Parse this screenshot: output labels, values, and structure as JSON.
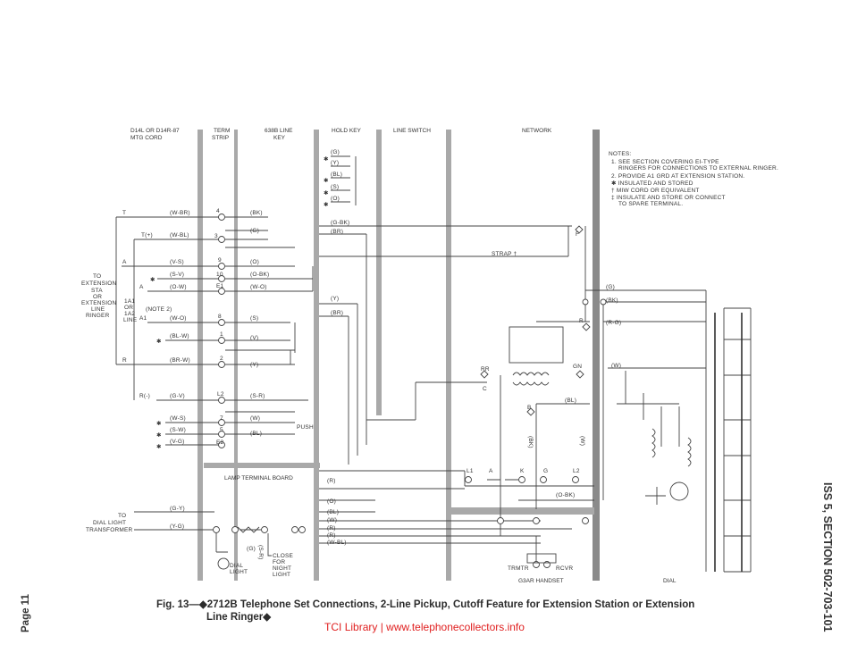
{
  "headers": {
    "mtg_cord": [
      "D14L OR D14R-87",
      "MTG CORD"
    ],
    "term_strip": [
      "TERM",
      "STRIP"
    ],
    "line_key": [
      "638B LINE",
      "KEY"
    ],
    "hold_key": "HOLD KEY",
    "line_switch": "LINE SWITCH",
    "network": "NETWORK",
    "lamp_terminal_board": "LAMP TERMINAL BOARD",
    "handset": "G3AR HANDSET",
    "dial": "DIAL"
  },
  "notes": {
    "title": "NOTES:",
    "lines": [
      "1. SEE SECTION COVERING EI-TYPE",
      "RINGERS FOR CONNECTIONS TO EXTERNAL RINGER.",
      "2. PROVIDE A1 GRD AT EXTENSION STATION.",
      "✱ INSULATED AND STORED",
      "† MIW CORD OR EQUIVALENT",
      "‡ INSULATE AND STORE OR CONNECT",
      "TO SPARE TERMINAL."
    ]
  },
  "left_labels": {
    "extension": [
      "TO",
      "EXTENSION",
      "STA",
      "OR",
      "EXTENSION",
      "LINE",
      "RINGER"
    ],
    "line_type": [
      "1A1",
      "OR",
      "1A2",
      "LINE"
    ],
    "dial_light": [
      "TO",
      "DIAL LIGHT",
      "TRANSFORMER"
    ],
    "note2": "(NOTE 2)",
    "dial_light_lamp": [
      "DIAL",
      "LIGHT"
    ],
    "close_night": [
      "CLOSE",
      "FOR",
      "NIGHT",
      "LIGHT"
    ],
    "push": "PUSH",
    "strap": "STRAP †",
    "trmtr": "TRMTR",
    "rcvr": "RCVR"
  },
  "leads": [
    {
      "name": "T",
      "color": "(W-BR)",
      "term": "4",
      "key": "(BK)"
    },
    {
      "name": "T(+)",
      "color": "(W-BL)",
      "term": "3",
      "key": "(G)"
    },
    {
      "name": "A",
      "color": "(V-S)",
      "term": "9",
      "key": "(O)"
    },
    {
      "name": "✱",
      "color": "(S-V)",
      "term": "10",
      "key": "(O-BK)"
    },
    {
      "name": "A",
      "color": "(O-W)",
      "term": "E1",
      "key": "(W-O)"
    },
    {
      "name": "A1",
      "color": "(W-O)",
      "term": "8",
      "key": "(S)"
    },
    {
      "name": "✱",
      "color": "(BL-W)",
      "term": "1",
      "key": "(V)"
    },
    {
      "name": "R",
      "color": "(BR-W)",
      "term": "2",
      "key": "(Y)"
    },
    {
      "name": "R(-)",
      "color": "(G-V)",
      "term": "L2",
      "key": "(S-R)"
    },
    {
      "name": "✱",
      "color": "(W-S)",
      "term": "7",
      "key": "(W)"
    },
    {
      "name": "✱",
      "color": "(S-W)",
      "term": "5",
      "key": "(BL)"
    },
    {
      "name": "✱",
      "color": "(V-G)",
      "term": "E2",
      "key": ""
    }
  ],
  "hold_key_leads": [
    "(G)",
    "(Y)",
    "(BL)",
    "(S)",
    "(O)",
    "(G-BK)",
    "(BR)",
    "(Y)",
    "(BR)"
  ],
  "network_leads": [
    "(G)",
    "(BK)",
    "(R-G)",
    "(W)",
    "(BL)",
    "(BK)",
    "(W)",
    "(O-BK)"
  ],
  "network_terms": [
    "F",
    "R",
    "RR",
    "GN",
    "C",
    "B",
    "L1",
    "A",
    "K",
    "G",
    "L2"
  ],
  "lamp_leads": [
    "(G-Y)",
    "(Y-G)",
    "(G)",
    "(S-R)",
    "(R)",
    "(O)",
    "(BL)",
    "(W)",
    "(R)",
    "(R)",
    "(W-BL)"
  ],
  "caption": {
    "first": "Fig. 13—◆2712B Telephone Set Connections, 2-Line Pickup, Cutoff Feature for Extension Station or Extension",
    "second": "Line Ringer◆"
  },
  "right_margin": "ISS 5, SECTION 502-703-101",
  "left_margin": "Page 11",
  "footer": "TCI Library | www.telephonecollectors.info"
}
